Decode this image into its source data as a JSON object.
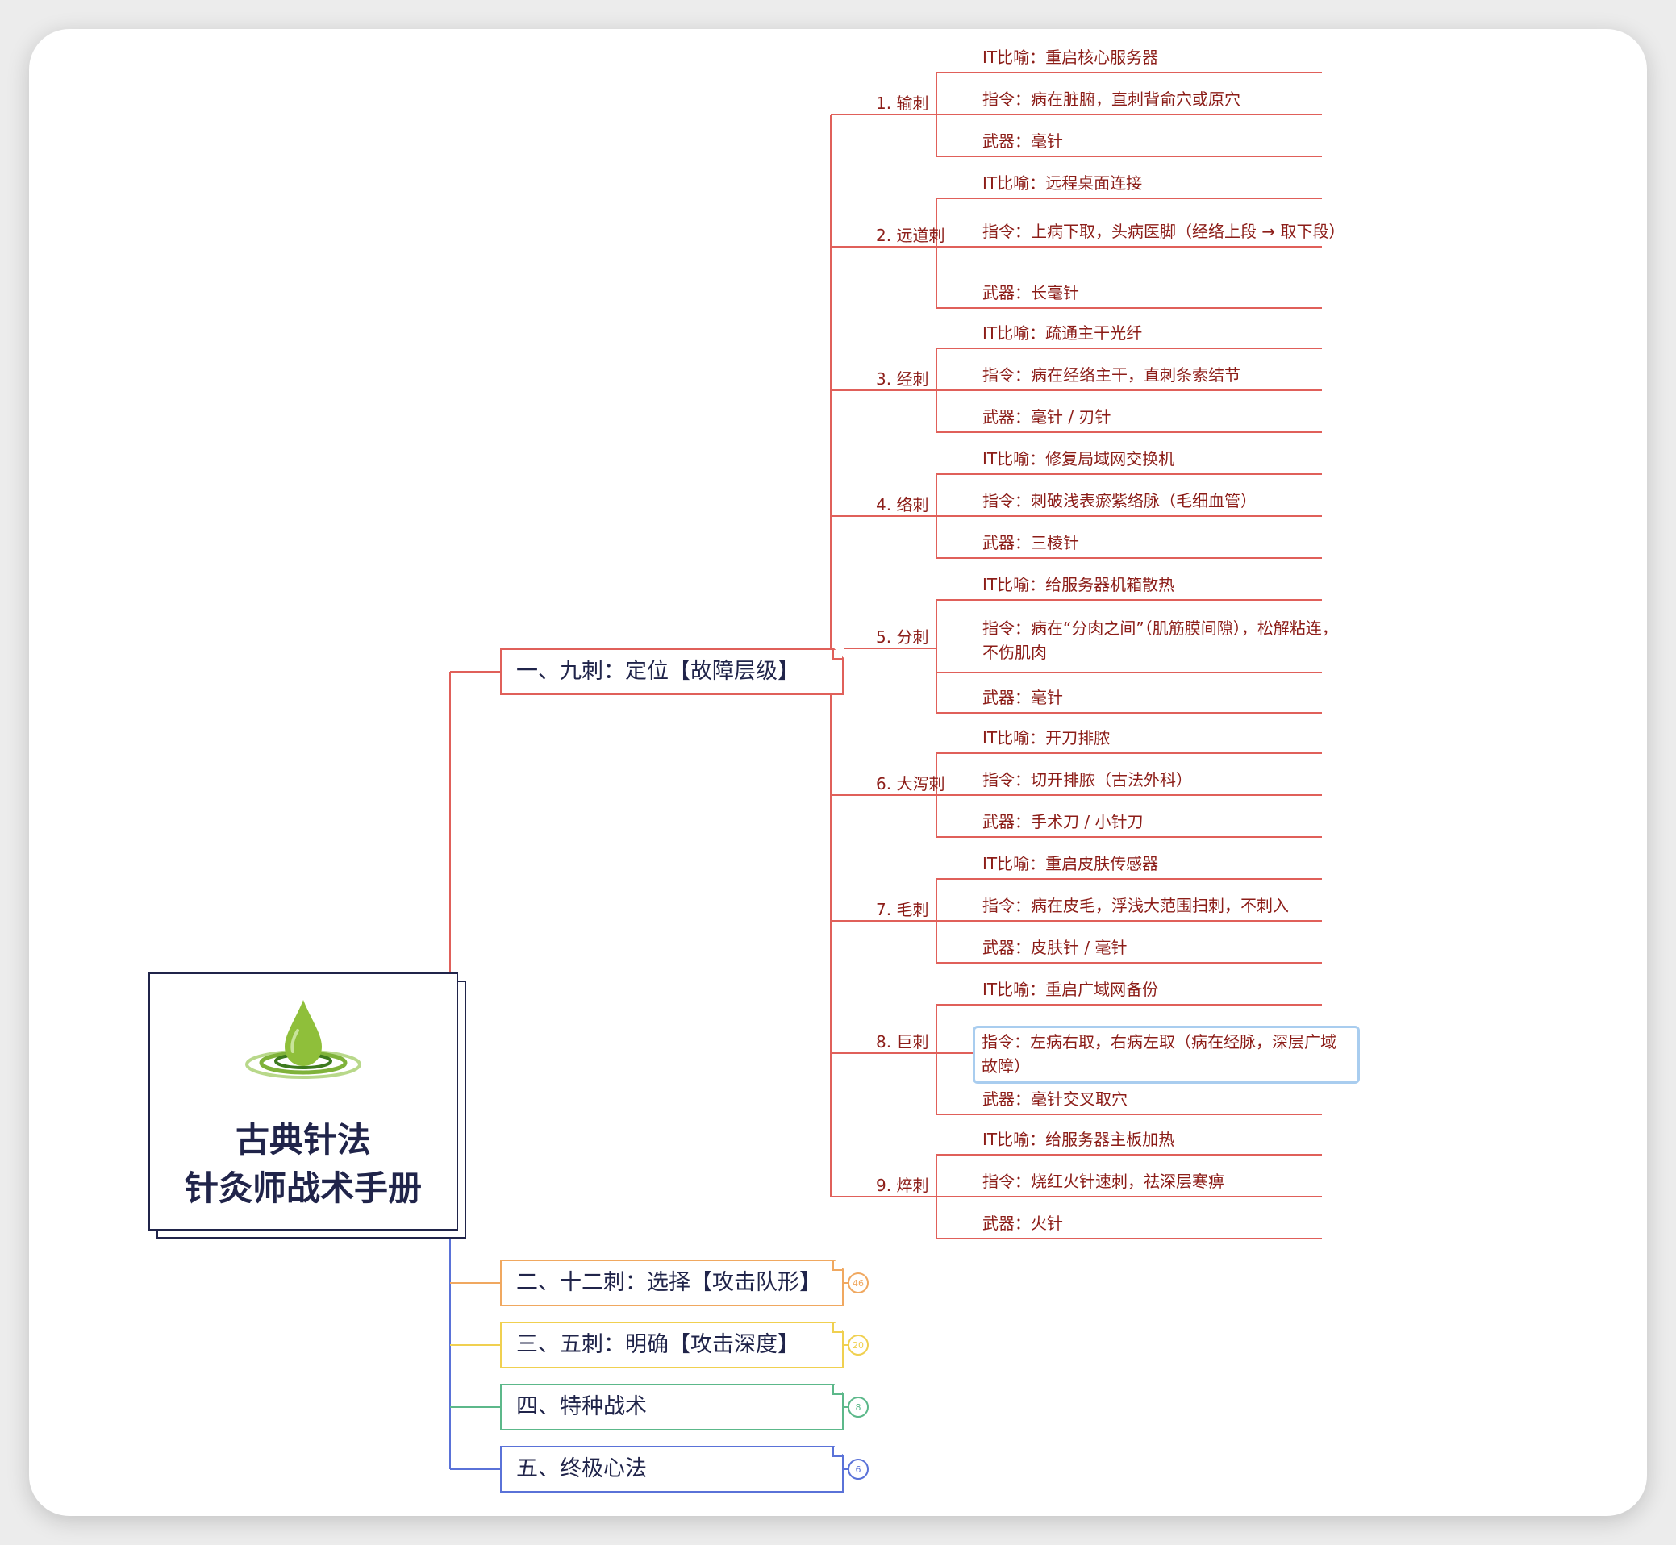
{
  "root": {
    "title_line1": "古典针法",
    "title_line2": "针灸师战术手册",
    "logo_icon": "water-drop-icon"
  },
  "colors": {
    "red": "#e0605a",
    "orange": "#f0a860",
    "yellow": "#f0d050",
    "green": "#5cb88a",
    "blue": "#5a72d8",
    "text_dark": "#20244a",
    "text_red": "#8c1d18"
  },
  "branches": [
    {
      "label": "一、九刺：定位【故障层级】",
      "color": "#e0605a",
      "badge": null
    },
    {
      "label": "二、十二刺：选择【攻击队形】",
      "color": "#f0a860",
      "badge": "46"
    },
    {
      "label": "三、五刺：明确【攻击深度】",
      "color": "#f0d050",
      "badge": "20"
    },
    {
      "label": "四、特种战术",
      "color": "#5cb88a",
      "badge": "8"
    },
    {
      "label": "五、终极心法",
      "color": "#5a72d8",
      "badge": "6"
    }
  ],
  "techniques": [
    {
      "label": "1. 输刺",
      "leaves": [
        "IT比喻：重启核心服务器",
        "指令：病在脏腑，直刺背俞穴或原穴",
        "武器：毫针"
      ]
    },
    {
      "label": "2. 远道刺",
      "leaves": [
        "IT比喻：远程桌面连接",
        "指令：上病下取，头病医脚（经络上段 → 取下段）",
        "武器：长毫针"
      ]
    },
    {
      "label": "3. 经刺",
      "leaves": [
        "IT比喻：疏通主干光纤",
        "指令：病在经络主干，直刺条索结节",
        "武器：毫针 / 刃针"
      ]
    },
    {
      "label": "4. 络刺",
      "leaves": [
        "IT比喻：修复局域网交换机",
        "指令：刺破浅表瘀紫络脉（毛细血管）",
        "武器：三棱针"
      ]
    },
    {
      "label": "5. 分刺",
      "leaves": [
        "IT比喻：给服务器机箱散热",
        "指令：病在“分肉之间”（肌筋膜间隙），松解粘连，不伤肌肉",
        "武器：毫针"
      ]
    },
    {
      "label": "6. 大泻刺",
      "leaves": [
        "IT比喻：开刀排脓",
        "指令：切开排脓（古法外科）",
        "武器：手术刀 / 小针刀"
      ]
    },
    {
      "label": "7. 毛刺",
      "leaves": [
        "IT比喻：重启皮肤传感器",
        "指令：病在皮毛，浮浅大范围扫刺，不刺入",
        "武器：皮肤针 / 毫针"
      ]
    },
    {
      "label": "8. 巨刺",
      "leaves": [
        "IT比喻：重启广域网备份",
        "指令：左病右取，右病左取（病在经脉，深层广域故障）",
        "武器：毫针交叉取穴"
      ]
    },
    {
      "label": "9. 焠刺",
      "leaves": [
        "IT比喻：给服务器主板加热",
        "指令：烧红火针速刺，祛深层寒痹",
        "武器：火针"
      ]
    }
  ]
}
